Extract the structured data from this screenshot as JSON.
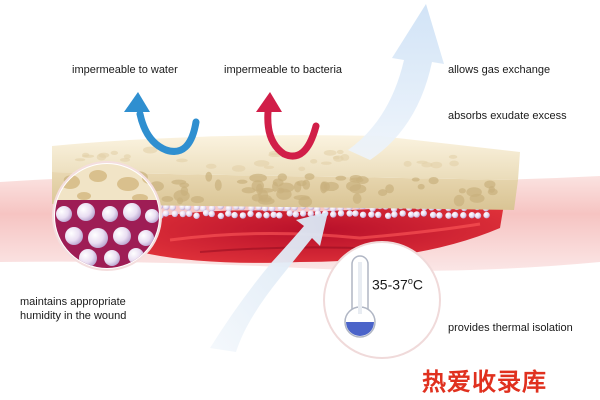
{
  "labels": {
    "water": "impermeable to water",
    "bacteria": "impermeable to bacteria",
    "gas": "allows gas exchange",
    "exudate": "absorbs exudate excess",
    "humidity_line1": "maintains appropriate",
    "humidity_line2": "humidity in the wound",
    "thermal": "provides thermal isolation",
    "temperature": "35-37",
    "temperature_unit": "C"
  },
  "watermark": "热爱收录库",
  "colors": {
    "water_arrow": "#2f8fd0",
    "bacteria_arrow": "#d11e48",
    "gas_arrow": "#dbe9f8",
    "foam": "#efe2c4",
    "wound_red": "#d8202a",
    "skin": "#f7c9c7",
    "droplets": "#e6dbf0",
    "thermometer_bulb": "#4b64c9"
  }
}
